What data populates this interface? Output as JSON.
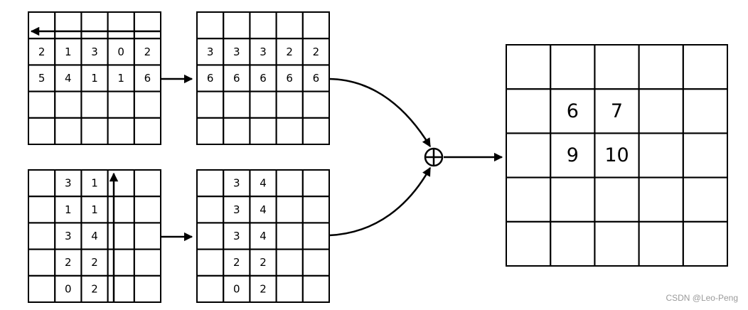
{
  "grid_top_left_input": [
    [
      "",
      "",
      "",
      "",
      ""
    ],
    [
      "2",
      "1",
      "3",
      "0",
      "2"
    ],
    [
      "5",
      "4",
      "1",
      "1",
      "6"
    ],
    [
      "",
      "",
      "",
      "",
      ""
    ],
    [
      "",
      "",
      "",
      "",
      ""
    ]
  ],
  "grid_top_right_result": [
    [
      "",
      "",
      "",
      "",
      ""
    ],
    [
      "3",
      "3",
      "3",
      "2",
      "2"
    ],
    [
      "6",
      "6",
      "6",
      "6",
      "6"
    ],
    [
      "",
      "",
      "",
      "",
      ""
    ],
    [
      "",
      "",
      "",
      "",
      ""
    ]
  ],
  "grid_bottom_left_input": [
    [
      "",
      "3",
      "1",
      "",
      ""
    ],
    [
      "",
      "1",
      "1",
      "",
      ""
    ],
    [
      "",
      "3",
      "4",
      "",
      ""
    ],
    [
      "",
      "2",
      "2",
      "",
      ""
    ],
    [
      "",
      "0",
      "2",
      "",
      ""
    ]
  ],
  "grid_bottom_right_result": [
    [
      "",
      "3",
      "4",
      "",
      ""
    ],
    [
      "",
      "3",
      "4",
      "",
      ""
    ],
    [
      "",
      "3",
      "4",
      "",
      ""
    ],
    [
      "",
      "2",
      "2",
      "",
      ""
    ],
    [
      "",
      "0",
      "2",
      "",
      ""
    ]
  ],
  "grid_output": [
    [
      "",
      "",
      "",
      "",
      ""
    ],
    [
      "",
      "6",
      "7",
      "",
      ""
    ],
    [
      "",
      "9",
      "10",
      "",
      ""
    ],
    [
      "",
      "",
      "",
      "",
      ""
    ],
    [
      "",
      "",
      "",
      "",
      ""
    ]
  ],
  "combine_symbol": "⊕",
  "watermark": "CSDN @Leo-Peng"
}
